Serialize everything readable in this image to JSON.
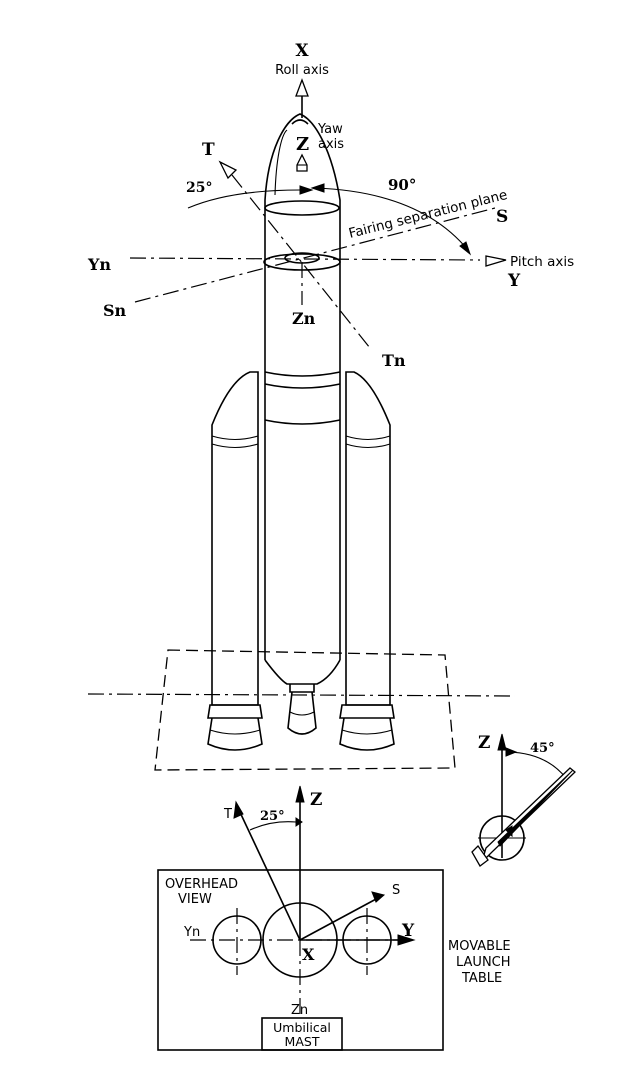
{
  "axes": {
    "x_label": "X",
    "roll_axis": "Roll axis",
    "z_label": "Z",
    "yaw_axis_line1": "Yaw",
    "yaw_axis_line2": "axis",
    "t_label": "T",
    "s_label": "S",
    "y_label": "Y",
    "pitch_axis": "Pitch axis",
    "yn_label": "Yn",
    "sn_label": "Sn",
    "zn_label": "Zn",
    "tn_label": "Tn"
  },
  "angles": {
    "angle_25": "25°",
    "angle_90": "90°",
    "angle_45": "45°"
  },
  "fairing_plane": "Fairing separation plane",
  "detail": {
    "z_label": "Z",
    "angle": "45°"
  },
  "overhead": {
    "t_label": "T",
    "angle": "25°",
    "z_label": "Z",
    "title_line1": "OVERHEAD",
    "title_line2": "VIEW",
    "s_label": "S",
    "yn_label": "Yn",
    "y_label": "Y",
    "x_label": "X",
    "zn_label": "Zn",
    "mast_line1": "Umbilical",
    "mast_line2": "MAST"
  },
  "table_label": {
    "line1": "MOVABLE",
    "line2": "LAUNCH",
    "line3": "TABLE"
  }
}
